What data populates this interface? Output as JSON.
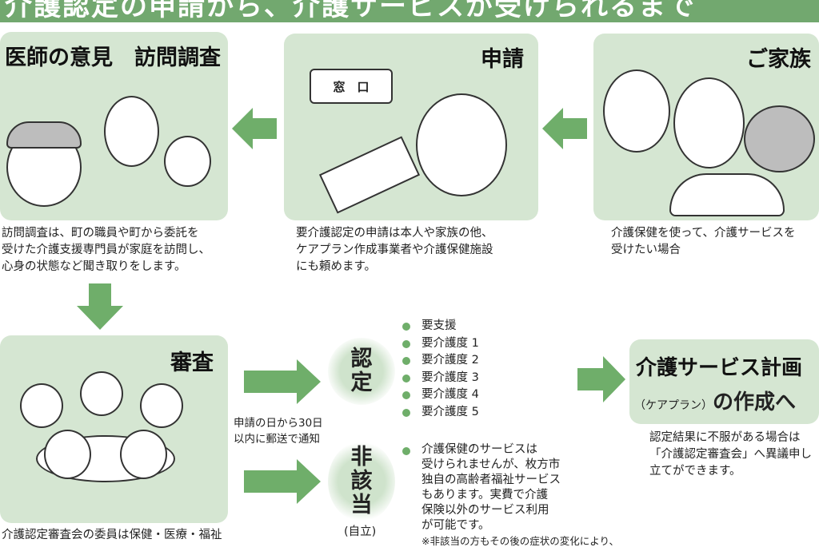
{
  "title": "介護認定の申請から、介護サービスが受けられるまで",
  "panels": {
    "survey": {
      "title": "医師の意見　訪問調査",
      "desc": [
        "訪問調査は、町の職員や町から委託を",
        "受けた介護支援専門員が家庭を訪問し、",
        "心身の状態など聞き取りをします。"
      ]
    },
    "application": {
      "title": "申請",
      "sign": "窓　口",
      "desc": [
        "要介護認定の申請は本人や家族の他、",
        "ケアプラン作成事業者や介護保健施設",
        "にも頼めます。"
      ]
    },
    "family": {
      "title": "ご家族",
      "desc": [
        "介護保健を使って、介護サービスを",
        "受けたい場合"
      ]
    },
    "review": {
      "title": "審査",
      "desc": [
        "介護認定審査会の委員は保健・医療・福祉"
      ]
    },
    "careplan": {
      "title": "介護サービス計画",
      "sub_paren": "（ケアプラン）",
      "sub": "の作成へ",
      "desc": [
        "認定結果に不服がある場合は",
        "「介護認定審査会」へ異議申し",
        "立てができます。"
      ]
    }
  },
  "notice": [
    "申請の日から30日",
    "以内に郵送で通知"
  ],
  "certified": {
    "label": "認定",
    "levels": [
      "要支援",
      "要介護度 1",
      "要介護度 2",
      "要介護度 3",
      "要介護度 4",
      "要介護度 5"
    ]
  },
  "not_applicable": {
    "label": "非該当",
    "sub": "(自立)",
    "desc": [
      "介護保健のサービスは",
      "受けられませんが、枚方市",
      "独自の高齢者福祉サービス",
      "もあります。実費で介護",
      "保険以外のサービス利用",
      "が可能です。"
    ],
    "note": "※非該当の方もその後の症状の変化により、"
  },
  "colors": {
    "accent": "#72a86f",
    "panel": "#d5e6d2",
    "arrow": "#6fae6a"
  }
}
